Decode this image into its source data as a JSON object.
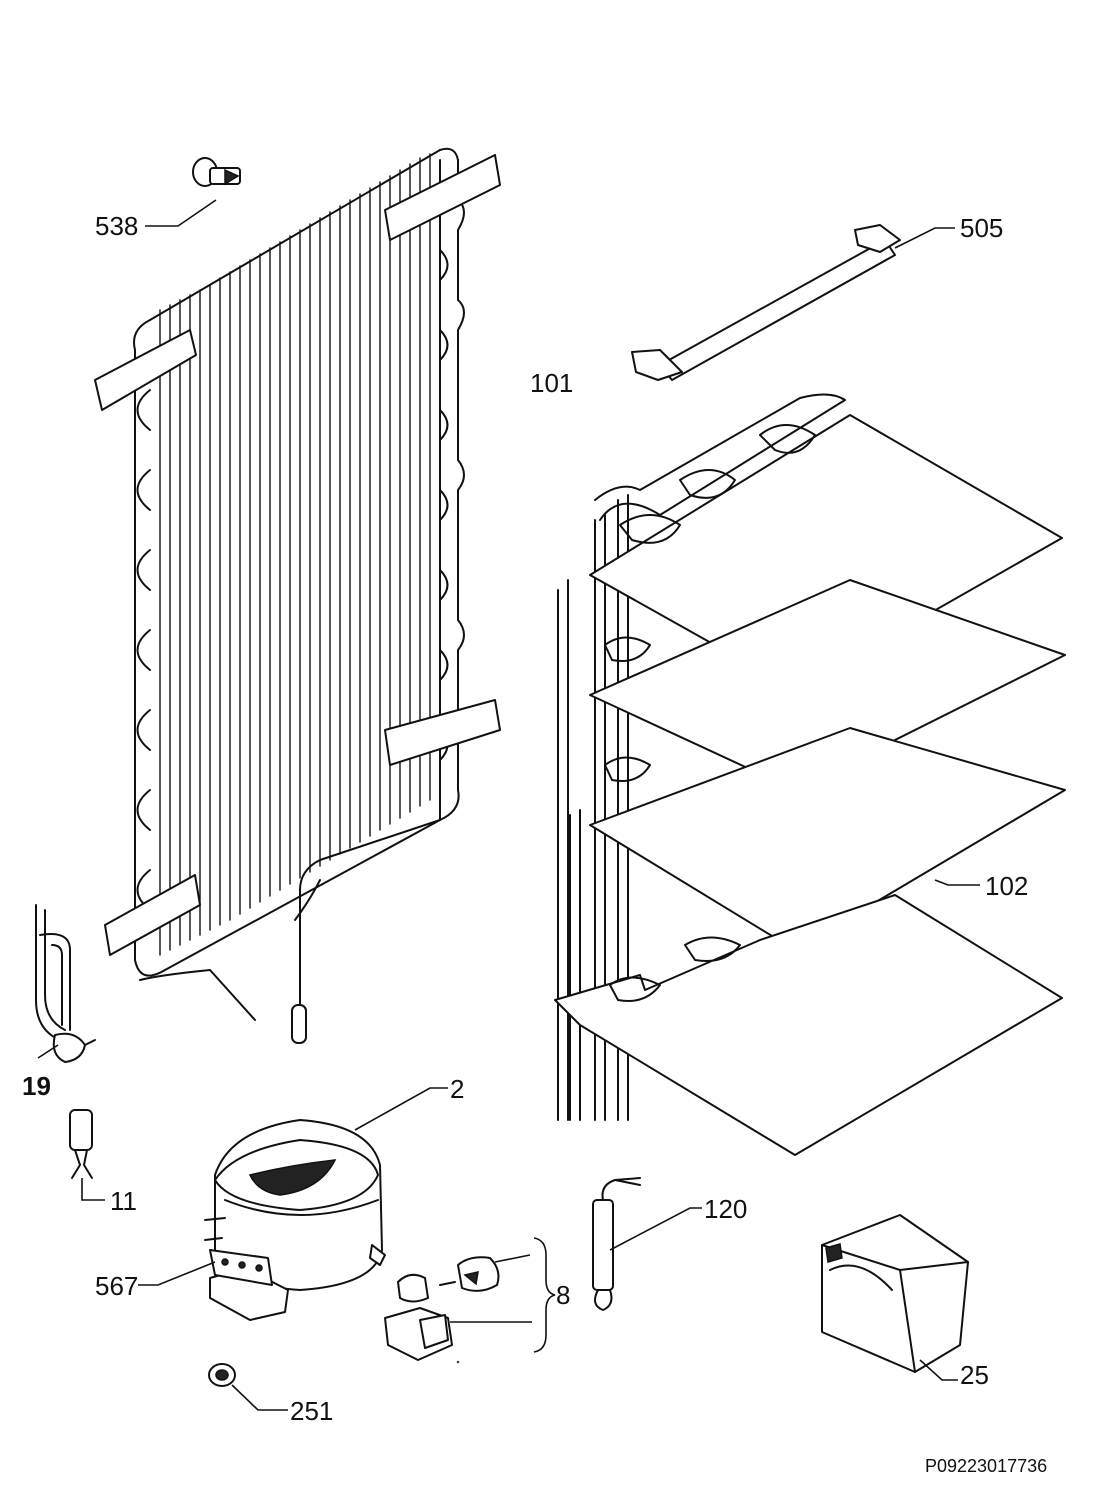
{
  "labels": {
    "p538": "538",
    "p505": "505",
    "p101": "101",
    "p102": "102",
    "p19": "19",
    "p2": "2",
    "p11": "11",
    "p567": "567",
    "p8": "8",
    "p120": "120",
    "p25": "25",
    "p251": "251"
  },
  "footer": {
    "code": "P09223017736"
  }
}
